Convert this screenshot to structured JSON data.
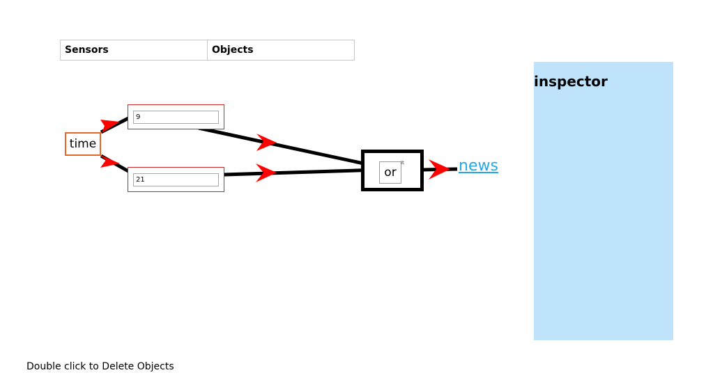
{
  "tabs": {
    "sensors_label": "Sensors",
    "objects_label": "Objects"
  },
  "nodes": {
    "time_label": "time",
    "input_top_value": "9",
    "input_bottom_value": "21",
    "or_label": "or",
    "or_port_label": "it",
    "news_label": "news"
  },
  "inspector": {
    "title": "inspector"
  },
  "footer": {
    "hint": "Double click to Delete Objects"
  },
  "colors": {
    "wire": "#000000",
    "arrow": "#ff0000",
    "time_border": "#e8662a",
    "input_box_border": "#cc2222",
    "news_link": "#23a8e8",
    "inspector_bg": "#bfe3fb"
  }
}
